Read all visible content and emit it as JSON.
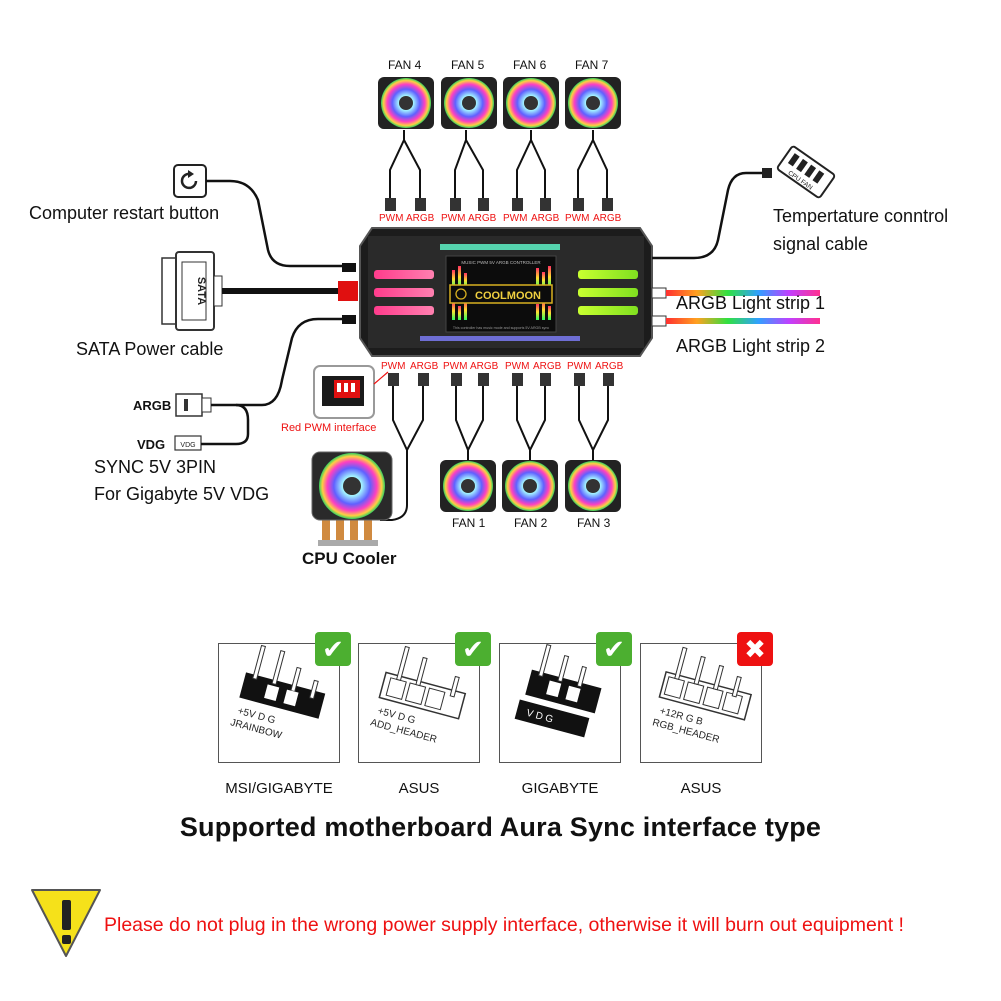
{
  "fans_top": [
    "FAN 4",
    "FAN 5",
    "FAN 6",
    "FAN 7"
  ],
  "fans_bottom": [
    "FAN 1",
    "FAN 2",
    "FAN 3"
  ],
  "connector_pwm": "PWM",
  "connector_argb": "ARGB",
  "labels": {
    "restart": "Computer restart button",
    "sata": "SATA Power cable",
    "sata_plug": "SATA",
    "argb": "ARGB",
    "vdg": "VDG",
    "vdg_plug": "VDG",
    "sync_line1": "SYNC 5V 3PIN",
    "sync_line2": "For Gigabyte 5V VDG",
    "red_pwm": "Red PWM interface",
    "cpu_cooler": "CPU Cooler",
    "temp_line1": "Tempertature conntrol",
    "temp_line2": "signal cable",
    "cpu_fan": "CPU FAN",
    "strip1": "ARGB Light strip 1",
    "strip2": "ARGB Light strip 2"
  },
  "hub": {
    "brand": "COOLMOON",
    "subtitle": "MUSIC PWM 5V ARGB CONTROLLER",
    "note": "This controller has music mode and supports 5V ARGB sync"
  },
  "headers": [
    {
      "brand": "MSI/GIGABYTE",
      "pins": "+5V  D  G",
      "name": "JRAINBOW",
      "supported": true
    },
    {
      "brand": "ASUS",
      "pins": "+5V  D  G",
      "name": "ADD_HEADER",
      "supported": true
    },
    {
      "brand": "GIGABYTE",
      "pins": "V  D  G",
      "name": "",
      "supported": true
    },
    {
      "brand": "ASUS",
      "pins": "+12R  G  B",
      "name": "RGB_HEADER",
      "supported": false
    }
  ],
  "heading": "Supported motherboard  Aura Sync interface type",
  "warning": "Please do not plug in the wrong power supply interface, otherwise it will burn out equipment !",
  "colors": {
    "ok": "#4caf30",
    "no": "#e11111",
    "warn": "#e11111",
    "triangle": "#f5e11a"
  }
}
